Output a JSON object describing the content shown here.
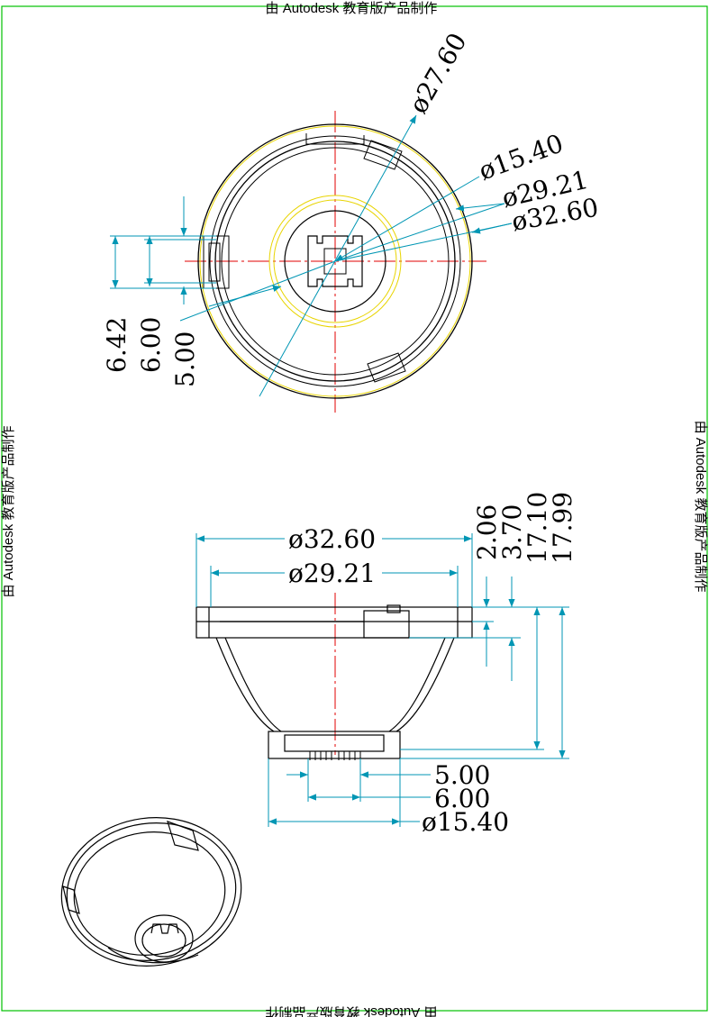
{
  "watermark": {
    "top": "由 Autodesk 教育版产品制作",
    "bottom": "由 Autodesk 教育版产品制作",
    "left": "由 Autodesk 教育版产品制作",
    "right": "由 Autodesk 教育版产品制作"
  },
  "top_view": {
    "dia_27_60": "ø27.60",
    "dia_15_40": "ø15.40",
    "dia_29_21": "ø29.21",
    "dia_32_60": "ø32.60",
    "v_6_42": "6.42",
    "v_6_00": "6.00",
    "v_5_00": "5.00"
  },
  "side_view": {
    "dia_32_60": "ø32.60",
    "dia_29_21": "ø29.21",
    "h_2_06": "2.06",
    "h_3_70": "3.70",
    "h_17_10": "17.10",
    "h_17_99": "17.99",
    "w_5_00": "5.00",
    "w_6_00": "6.00",
    "dia_15_40": "ø15.40"
  },
  "colors": {
    "frame": "#00c000",
    "dimension": "#0096b4",
    "center": "#e00000",
    "yellow": "#e8d400",
    "outline": "#000000"
  }
}
